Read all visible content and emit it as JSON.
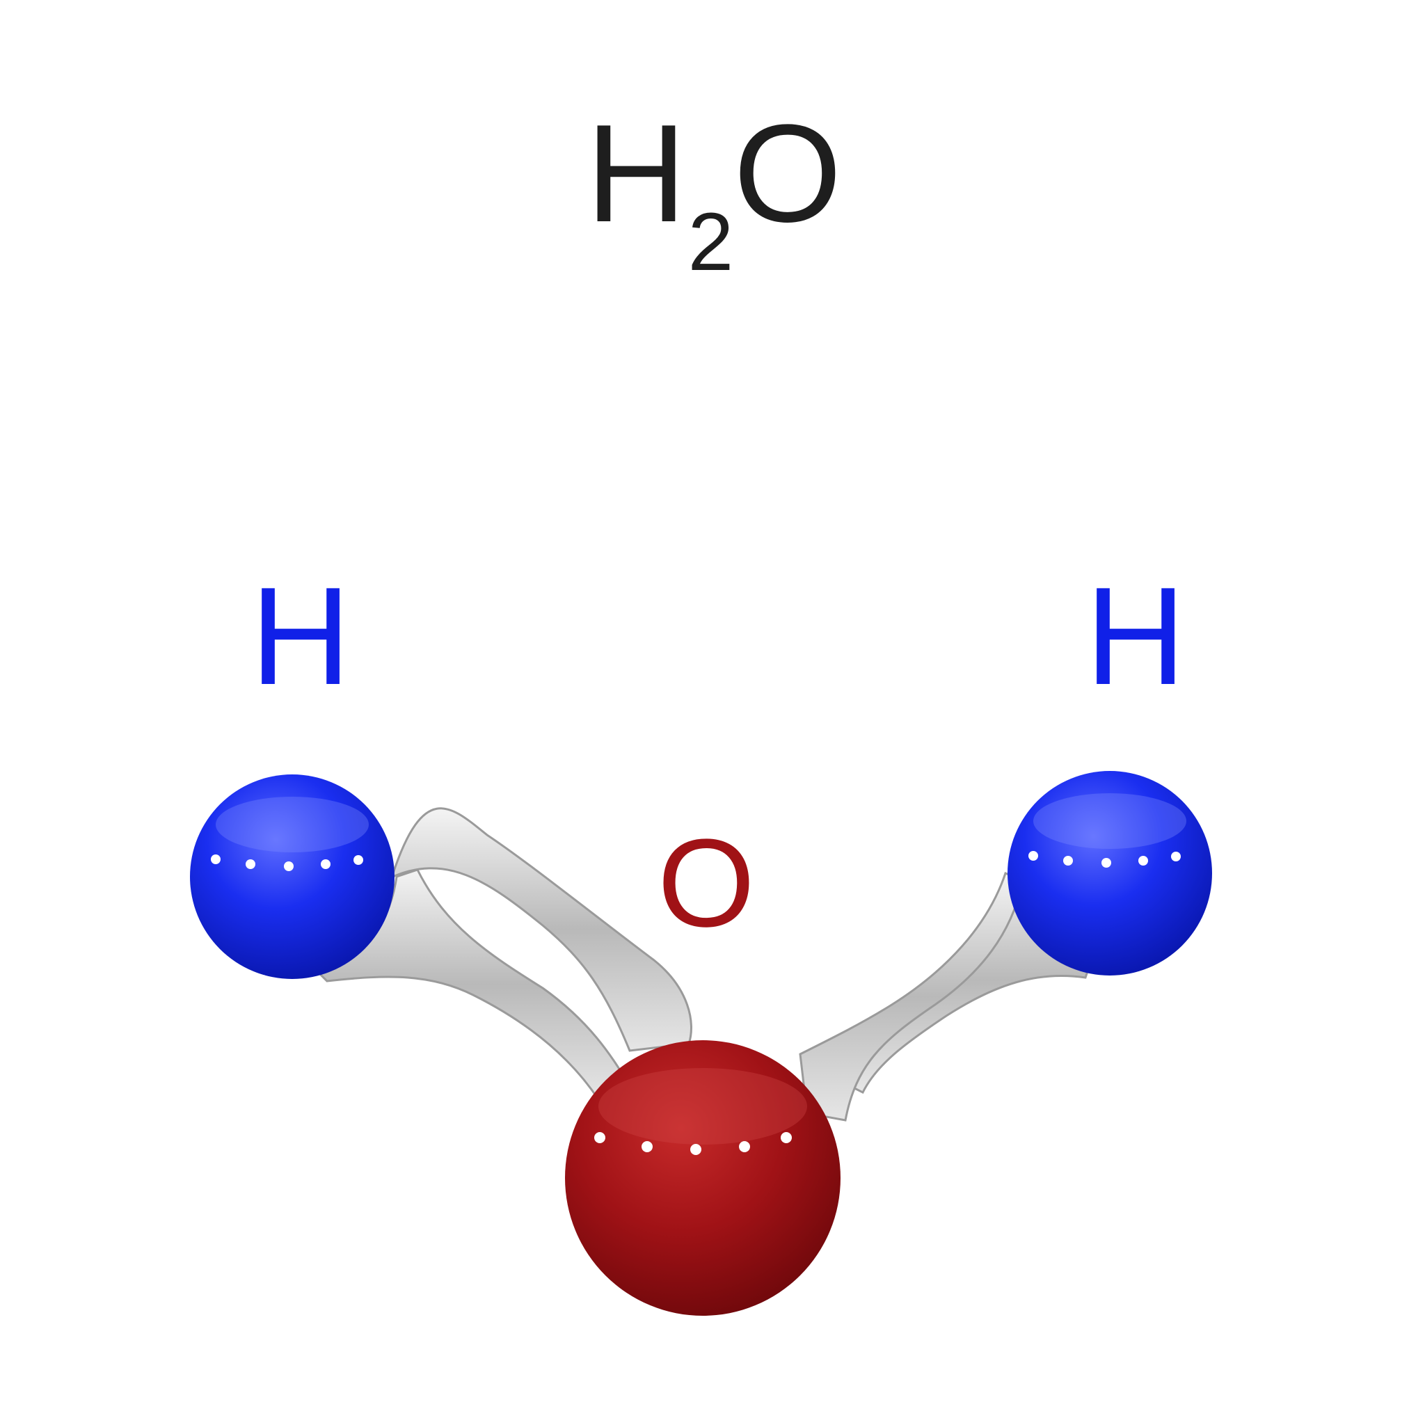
{
  "formula": {
    "base_h": "H",
    "subscript": "2",
    "base_o": "O"
  },
  "atoms": [
    {
      "id": "hydrogen-left",
      "label": "H",
      "color": "#1a2ef0"
    },
    {
      "id": "oxygen",
      "label": "O",
      "color": "#a01216"
    },
    {
      "id": "hydrogen-right",
      "label": "H",
      "color": "#1a2ef0"
    }
  ],
  "colors": {
    "hydrogen": "#1a2ef0",
    "oxygen": "#a01216",
    "bond": "#c8c8c8",
    "formula_text": "#1e1e1e"
  }
}
